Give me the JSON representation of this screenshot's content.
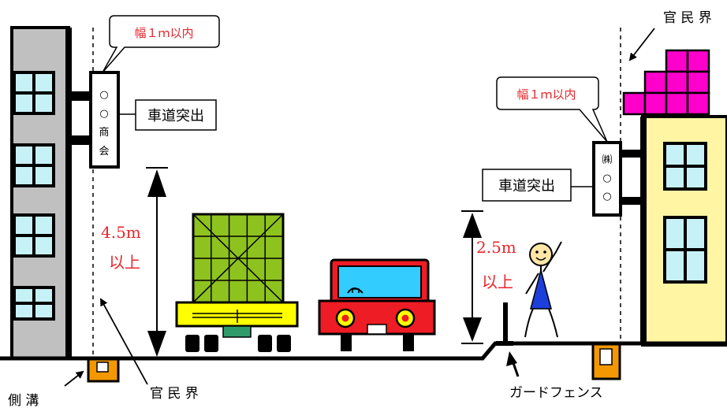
{
  "labels": {
    "width_limit_left": "幅１ｍ以内",
    "width_limit_right": "幅１ｍ以内",
    "road_protrusion_left": "車道突出",
    "road_protrusion_right": "車道突出",
    "boundary_bottom": "官 民 界",
    "boundary_top_right": "官 民 界",
    "side_ditch": "側 溝",
    "guard_fence": "ガードフェンス",
    "height_left_value": "4.5m",
    "height_left_suffix": "以上",
    "height_right_value": "2.5m",
    "height_right_suffix": "以上",
    "sign_left_chars": [
      "○",
      "○",
      "商",
      "会"
    ],
    "sign_right_chars": [
      "㈱",
      "○",
      "○"
    ]
  },
  "colors": {
    "red_text": "#e8252b",
    "building_left": "#c0c0c0",
    "building_right": "#fff5a3",
    "window_fill": "#c6f1f7",
    "roof_magenta": "#ff00cc",
    "truck_cargo": "#8ec21f",
    "truck_bed": "#ffff00",
    "truck_bumper": "#2e9b6b",
    "car_body": "#ee1c24",
    "car_window": "#33ccff",
    "ditch_orange": "#f39800",
    "person_shirt": "#1c3fdb",
    "person_face": "#fde6a6"
  }
}
